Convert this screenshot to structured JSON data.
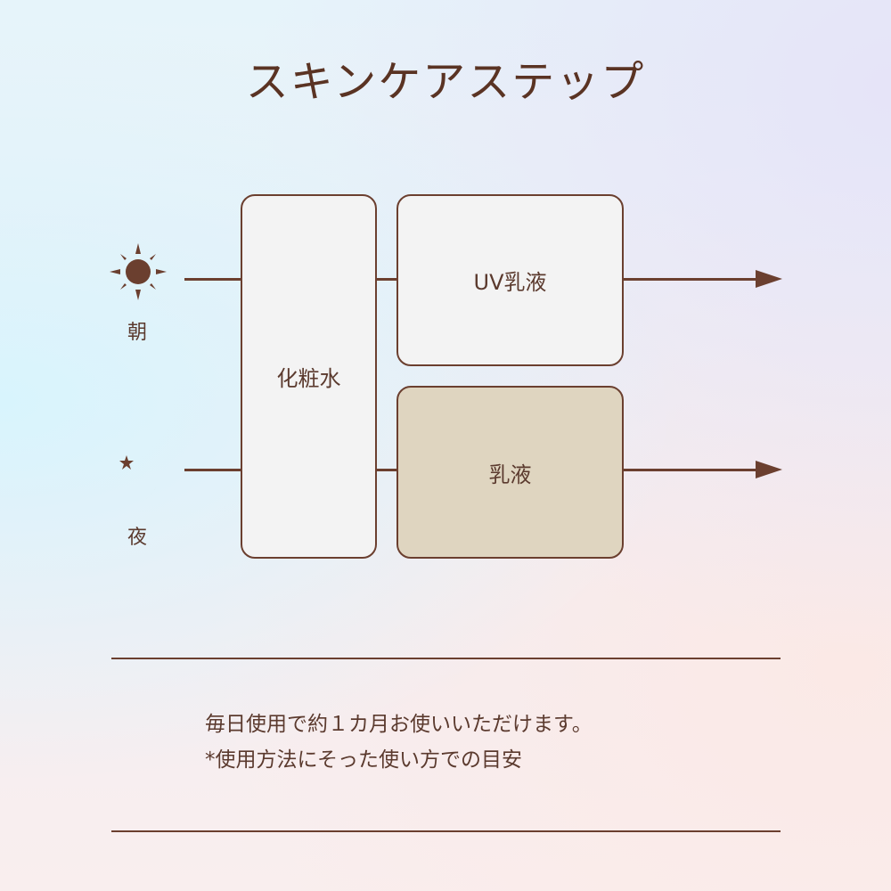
{
  "title": "スキンケアステップ",
  "rows": {
    "morning": {
      "label": "朝",
      "icon": "sun-icon"
    },
    "night": {
      "label": "夜",
      "icon": "moon-star-icon"
    }
  },
  "steps": {
    "toner": "化粧水",
    "uv_emulsion": "UV乳液",
    "emulsion": "乳液"
  },
  "notes": {
    "line1": "毎日使用で約１カ月お使いいただけます。",
    "line2": "*使用方法にそった使い方での目安"
  },
  "colors": {
    "accent": "#6b3f2f",
    "highlight_box": "#dfd5c0",
    "box": "#f3f3f3"
  }
}
